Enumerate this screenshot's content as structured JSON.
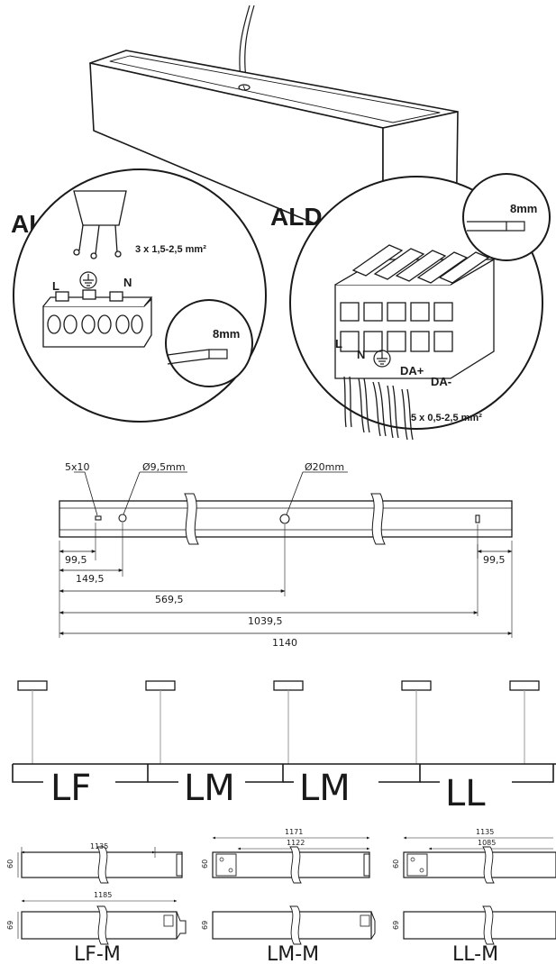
{
  "wiring": {
    "al": {
      "title": "AL",
      "cable_spec": "3 x 1,5-2,5 mm²",
      "terminal_l": "L",
      "terminal_n": "N",
      "strip_length": "8mm"
    },
    "ald": {
      "title": "ALD",
      "strip_length": "8mm",
      "terminal_l": "L",
      "terminal_n": "N",
      "terminal_da_plus": "DA+",
      "terminal_da_minus": "DA-",
      "cable_spec": "5 x 0,5-2,5 mm²"
    }
  },
  "drawing": {
    "hole_5x10": "5x10",
    "hole_9_5": "Ø9,5mm",
    "hole_20": "Ø20mm",
    "dim_99_5_left": "99,5",
    "dim_149_5": "149,5",
    "dim_569_5": "569,5",
    "dim_1039_5": "1039,5",
    "dim_1140": "1140",
    "dim_99_5_right": "99,5"
  },
  "line": {
    "labels": [
      "LF",
      "LM",
      "LM",
      "LL"
    ]
  },
  "modules": [
    {
      "name": "LF-M",
      "top_height": "60",
      "top_length": "1135",
      "bottom_height": "69",
      "bottom_length": "1185"
    },
    {
      "name": "LM-M",
      "top_height": "60",
      "top_length_outer": "1171",
      "top_length_inner": "1122",
      "bottom_height": "69"
    },
    {
      "name": "LL-M",
      "top_height": "60",
      "top_length_outer": "1135",
      "top_length_inner": "1085",
      "bottom_height": "69"
    }
  ]
}
